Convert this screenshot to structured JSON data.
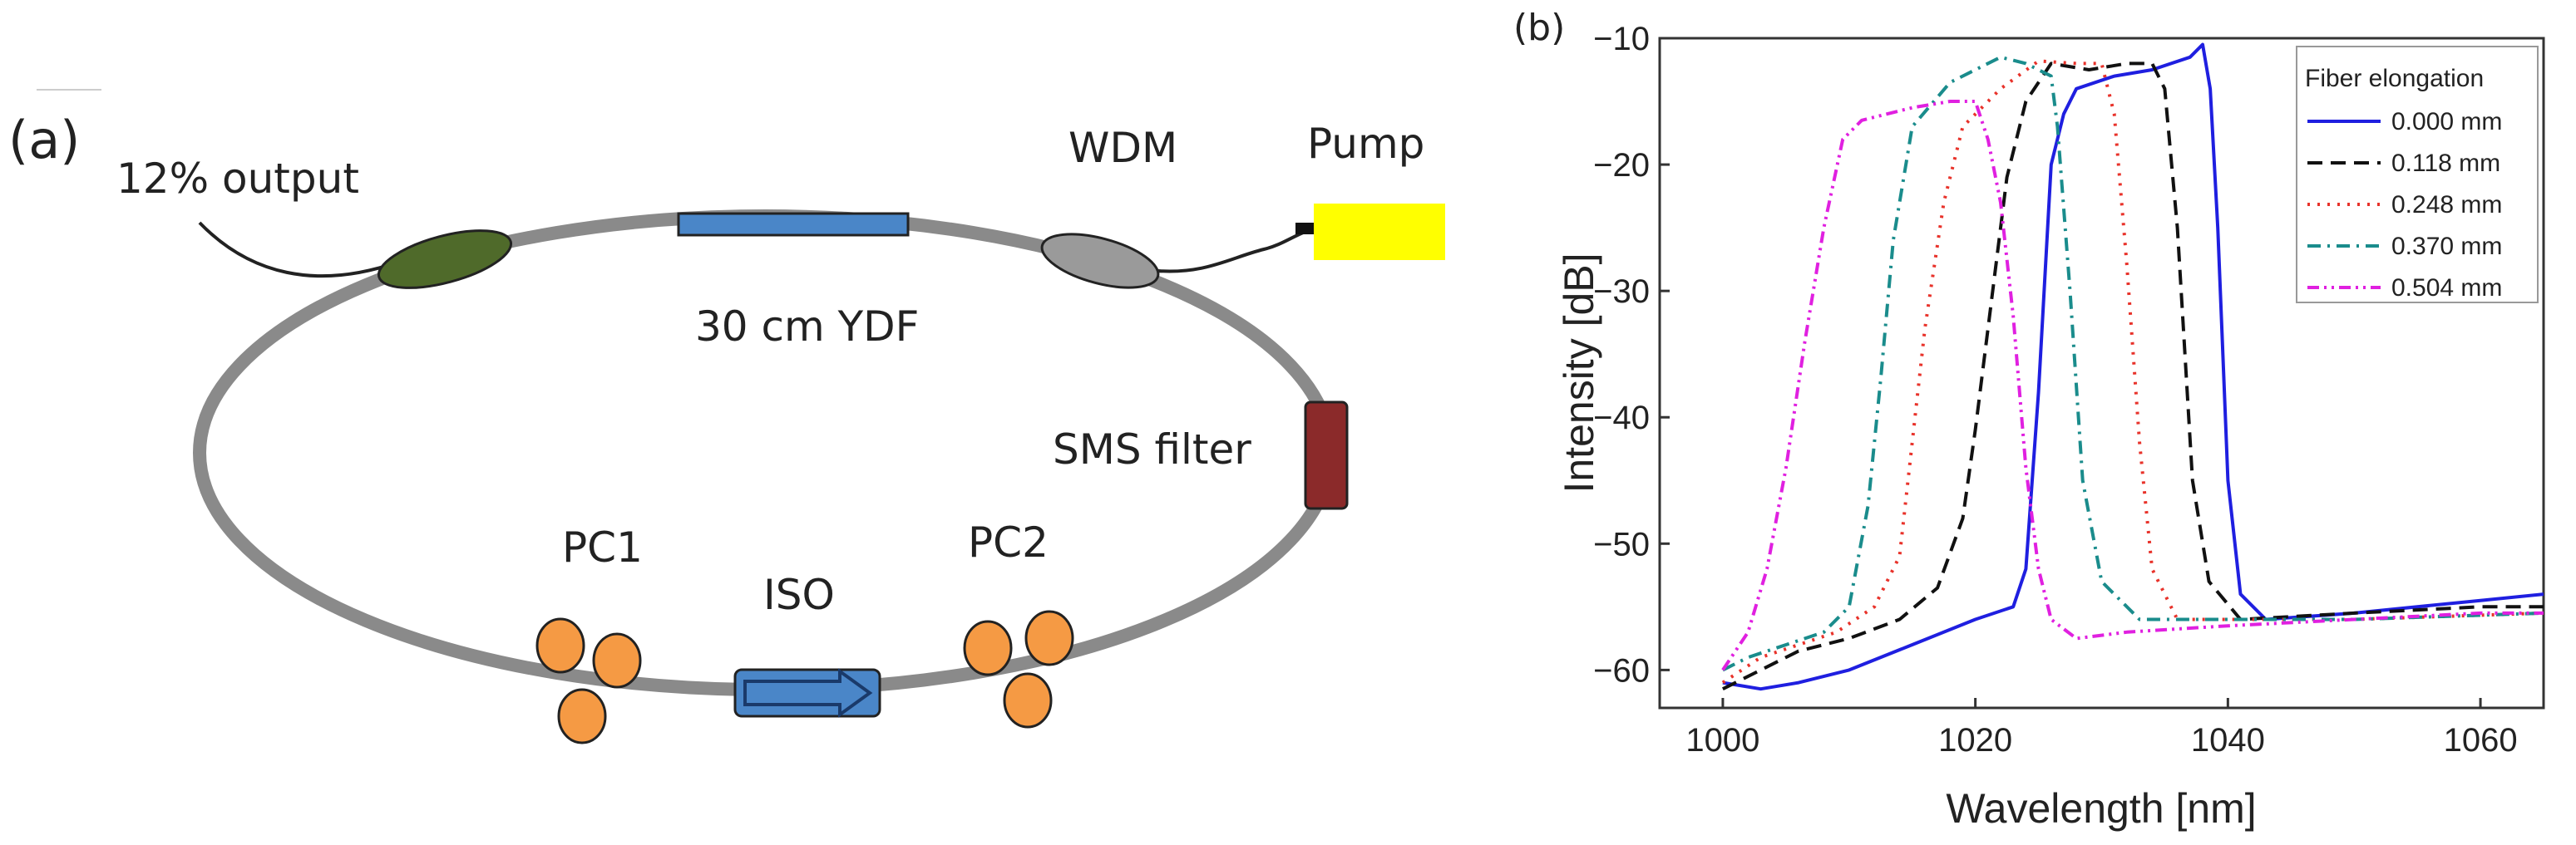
{
  "panel_a": {
    "panel_label": "(a)",
    "labels": {
      "output": "12% output",
      "wdm": "WDM",
      "pump": "Pump",
      "ydf": "30 cm YDF",
      "sms": "SMS filter",
      "pc1": "PC1",
      "iso": "ISO",
      "pc2": "PC2"
    },
    "colors": {
      "ring": "#8a8a8a",
      "coupler": "#4f6a2a",
      "wdm": "#9a9a9a",
      "pump": "#ffff00",
      "ydf": "#4a86c8",
      "sms": "#8b2a2a",
      "pc": "#f59a44",
      "iso": "#4a86c8"
    }
  },
  "panel_b": {
    "panel_label": "(b)"
  },
  "chart_data": {
    "type": "line",
    "xlabel": "Wavelength [nm]",
    "ylabel": "Intensity [dB]",
    "xlim": [
      995,
      1065
    ],
    "ylim": [
      -63,
      -10
    ],
    "xticks": [
      1000,
      1020,
      1040,
      1060
    ],
    "yticks": [
      -10,
      -20,
      -30,
      -40,
      -50,
      -60
    ],
    "legend_title": "Fiber elongation",
    "legend_position": "top-right",
    "grid": false,
    "series": [
      {
        "name": "0.000 mm",
        "color": "#1f1fe0",
        "dash": "solid",
        "points": [
          [
            1000,
            -61
          ],
          [
            1003,
            -61.5
          ],
          [
            1006,
            -61
          ],
          [
            1010,
            -60
          ],
          [
            1015,
            -58
          ],
          [
            1020,
            -56
          ],
          [
            1023,
            -55
          ],
          [
            1024,
            -52
          ],
          [
            1025,
            -38
          ],
          [
            1026,
            -20
          ],
          [
            1027,
            -16
          ],
          [
            1028,
            -14
          ],
          [
            1031,
            -13
          ],
          [
            1034,
            -12.5
          ],
          [
            1037,
            -11.5
          ],
          [
            1038,
            -10.5
          ],
          [
            1038.6,
            -14
          ],
          [
            1039.2,
            -25
          ],
          [
            1040,
            -45
          ],
          [
            1041,
            -54
          ],
          [
            1043,
            -56
          ],
          [
            1050,
            -55.5
          ],
          [
            1060,
            -54.5
          ],
          [
            1065,
            -54
          ]
        ]
      },
      {
        "name": "0.118 mm",
        "color": "#111111",
        "dash": "dashed",
        "points": [
          [
            1000,
            -61.5
          ],
          [
            1003,
            -60
          ],
          [
            1006,
            -58.5
          ],
          [
            1010,
            -57.5
          ],
          [
            1014,
            -56
          ],
          [
            1017,
            -53.5
          ],
          [
            1019,
            -48
          ],
          [
            1020,
            -41
          ],
          [
            1021,
            -33
          ],
          [
            1022.5,
            -21
          ],
          [
            1024,
            -15
          ],
          [
            1026,
            -12
          ],
          [
            1029,
            -12.5
          ],
          [
            1032,
            -12
          ],
          [
            1034,
            -12
          ],
          [
            1035,
            -14
          ],
          [
            1036,
            -25
          ],
          [
            1037.2,
            -45
          ],
          [
            1038.5,
            -53
          ],
          [
            1041,
            -56
          ],
          [
            1050,
            -55.5
          ],
          [
            1060,
            -55
          ],
          [
            1065,
            -55
          ]
        ]
      },
      {
        "name": "0.248 mm",
        "color": "#e8322a",
        "dash": "dotted",
        "points": [
          [
            1000,
            -61
          ],
          [
            1003,
            -59
          ],
          [
            1006,
            -58
          ],
          [
            1009,
            -57
          ],
          [
            1012,
            -55
          ],
          [
            1014,
            -51
          ],
          [
            1015,
            -42
          ],
          [
            1016,
            -33
          ],
          [
            1017.5,
            -23
          ],
          [
            1019,
            -17
          ],
          [
            1022,
            -14
          ],
          [
            1025,
            -11.8
          ],
          [
            1028,
            -12
          ],
          [
            1030,
            -12
          ],
          [
            1031,
            -16
          ],
          [
            1032,
            -28
          ],
          [
            1033,
            -42
          ],
          [
            1034,
            -52
          ],
          [
            1036,
            -56
          ],
          [
            1040,
            -56
          ],
          [
            1050,
            -56
          ],
          [
            1065,
            -55.5
          ]
        ]
      },
      {
        "name": "0.370 mm",
        "color": "#1a8c8c",
        "dash": "dashdot",
        "points": [
          [
            1000,
            -60
          ],
          [
            1002,
            -59
          ],
          [
            1005,
            -58
          ],
          [
            1008,
            -57
          ],
          [
            1010,
            -55
          ],
          [
            1011.5,
            -47
          ],
          [
            1012.5,
            -37
          ],
          [
            1013.5,
            -26
          ],
          [
            1015,
            -17
          ],
          [
            1018,
            -13.5
          ],
          [
            1020,
            -12.5
          ],
          [
            1022,
            -11.5
          ],
          [
            1024,
            -12
          ],
          [
            1026,
            -13
          ],
          [
            1026.5,
            -17
          ],
          [
            1027.5,
            -30
          ],
          [
            1028.5,
            -45
          ],
          [
            1030,
            -53
          ],
          [
            1033,
            -56
          ],
          [
            1040,
            -56
          ],
          [
            1050,
            -56
          ],
          [
            1065,
            -55.5
          ]
        ]
      },
      {
        "name": "0.504 mm",
        "color": "#e020e0",
        "dash": "dashdotdot",
        "points": [
          [
            1000,
            -60
          ],
          [
            1002,
            -57
          ],
          [
            1003.5,
            -52
          ],
          [
            1005,
            -44
          ],
          [
            1006.5,
            -34
          ],
          [
            1008,
            -25
          ],
          [
            1009.5,
            -18
          ],
          [
            1011,
            -16.5
          ],
          [
            1013,
            -16
          ],
          [
            1015,
            -15.5
          ],
          [
            1018,
            -15
          ],
          [
            1020,
            -15
          ],
          [
            1021,
            -18
          ],
          [
            1022,
            -23
          ],
          [
            1023,
            -32
          ],
          [
            1024,
            -44
          ],
          [
            1025,
            -52
          ],
          [
            1026,
            -56
          ],
          [
            1028,
            -57.5
          ],
          [
            1032,
            -57
          ],
          [
            1040,
            -56.5
          ],
          [
            1050,
            -56
          ],
          [
            1060,
            -55.5
          ],
          [
            1065,
            -55.5
          ]
        ]
      }
    ]
  }
}
